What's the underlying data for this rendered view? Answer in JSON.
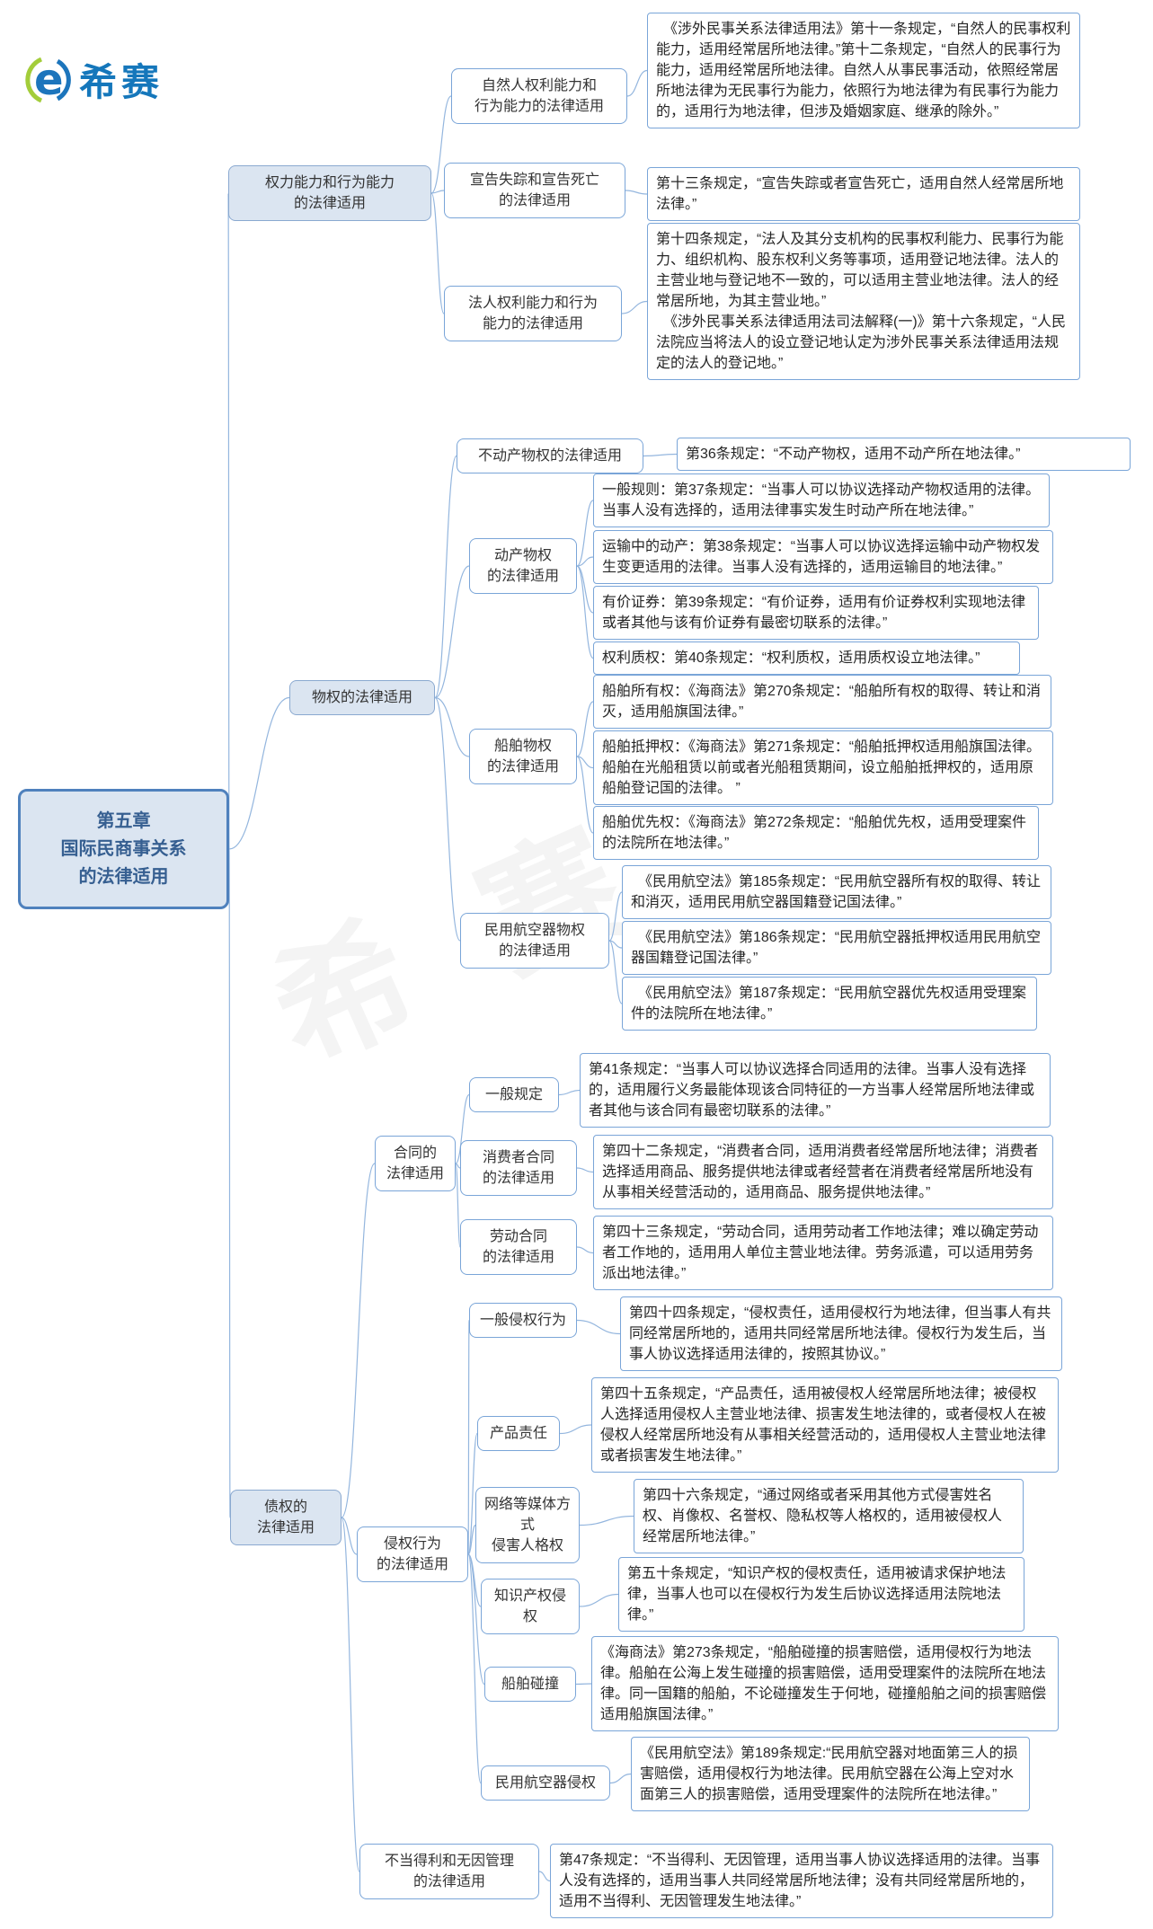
{
  "page": {
    "brand": "希赛",
    "watermark": "希 赛"
  },
  "tree": {
    "root": {
      "label": "第五章\n国际民商事关系\n的法律适用"
    },
    "capacity": {
      "label": "权力能力和行为能力\n的法律适用",
      "natural": {
        "label": "自然人权利能力和\n行为能力的法律适用",
        "detail": "　《涉外民事关系法律适用法》第十一条规定，“自然人的民事权利能力，适用经常居所地法律。”第十二条规定，“自然人的民事行为能力，适用经常居所地法律。自然人从事民事活动，依照经常居所地法律为无民事行为能力，依照行为地法律为有民事行为能力的，适用行为地法律，但涉及婚姻家庭、继承的除外。”"
      },
      "missing": {
        "label": "宣告失踪和宣告死亡\n的法律适用",
        "detail": "第十三条规定，“宣告失踪或者宣告死亡，适用自然人经常居所地法律。”"
      },
      "legal": {
        "label": "法人权利能力和行为\n能力的法律适用",
        "detail": "第十四条规定，“法人及其分支机构的民事权利能力、民事行为能力、组织机构、股东权利义务等事项，适用登记地法律。法人的主营业地与登记地不一致的，可以适用主营业地法律。法人的经常居所地，为其主营业地。”\n　《涉外民事关系法律适用法司法解释(一)》第十六条规定，“人民法院应当将法人的设立登记地认定为涉外民事关系法律适用法规定的法人的登记地。”"
      }
    },
    "property": {
      "label": "物权的法律适用",
      "immovable": {
        "label": "不动产物权的法律适用",
        "detail": "第36条规定：“不动产物权，适用不动产所在地法律。”"
      },
      "movable": {
        "label": "动产物权\n的法律适用",
        "rules": [
          "一般规则：第37条规定：“当事人可以协议选择动产物权适用的法律。当事人没有选择的，适用法律事实发生时动产所在地法律。”",
          "运输中的动产：第38条规定：“当事人可以协议选择运输中动产物权发生变更适用的法律。当事人没有选择的，适用运输目的地法律。”",
          "有价证券：第39条规定：“有价证券，适用有价证券权利实现地法律或者其他与该有价证券有最密切联系的法律。”",
          "权利质权：第40条规定：“权利质权，适用质权设立地法律。”"
        ]
      },
      "ship": {
        "label": "船舶物权\n的法律适用",
        "rules": [
          "船舶所有权：《海商法》第270条规定：“船舶所有权的取得、转让和消灭，适用船旗国法律。”",
          "船舶抵押权：《海商法》第271条规定：“船舶抵押权适用船旗国法律。船舶在光船租赁以前或者光船租赁期间，设立船舶抵押权的，适用原船舶登记国的法律。 ”",
          "船舶优先权：《海商法》第272条规定：“船舶优先权，适用受理案件的法院所在地法律。”"
        ]
      },
      "aircraft": {
        "label": "民用航空器物权\n的法律适用",
        "rules": [
          "　《民用航空法》第185条规定：“民用航空器所有权的取得、转让和消灭，适用民用航空器国籍登记国法律。”",
          "　《民用航空法》第186条规定：“民用航空器抵押权适用民用航空器国籍登记国法律。”",
          "　《民用航空法》第187条规定：“民用航空器优先权适用受理案件的法院所在地法律。”"
        ]
      }
    },
    "debt": {
      "label": "债权的\n法律适用",
      "contract": {
        "label": "合同的\n法律适用",
        "general": {
          "label": "一般规定",
          "detail": "第41条规定：“当事人可以协议选择合同适用的法律。当事人没有选择的，适用履行义务最能体现该合同特征的一方当事人经常居所地法律或者其他与该合同有最密切联系的法律。”"
        },
        "consumer": {
          "label": "消费者合同\n的法律适用",
          "detail": "第四十二条规定，“消费者合同，适用消费者经常居所地法律；消费者选择适用商品、服务提供地法律或者经营者在消费者经常居所地没有从事相关经营活动的，适用商品、服务提供地法律。”"
        },
        "labor": {
          "label": "劳动合同\n的法律适用",
          "detail": "第四十三条规定，“劳动合同，适用劳动者工作地法律；难以确定劳动者工作地的，适用用人单位主营业地法律。劳务派遣，可以适用劳务派出地法律。”"
        }
      },
      "tort": {
        "label": "侵权行为\n的法律适用",
        "general": {
          "label": "一般侵权行为",
          "detail": "第四十四条规定，“侵权责任，适用侵权行为地法律，但当事人有共同经常居所地的，适用共同经常居所地法律。侵权行为发生后，当事人协议选择适用法律的，按照其协议。”"
        },
        "product": {
          "label": "产品责任",
          "detail": "第四十五条规定，“产品责任，适用被侵权人经常居所地法律；被侵权人选择适用侵权人主营业地法律、损害发生地法律的，或者侵权人在被侵权人经常居所地没有从事相关经营活动的，适用侵权人主营业地法律或者损害发生地法律。”"
        },
        "network": {
          "label": "网络等媒体方式\n侵害人格权",
          "detail": "第四十六条规定，“通过网络或者采用其他方式侵害姓名权、肖像权、名誉权、隐私权等人格权的，适用被侵权人经常居所地法律。”"
        },
        "ip": {
          "label": "知识产权侵权",
          "detail": "第五十条规定，“知识产权的侵权责任，适用被请求保护地法律，当事人也可以在侵权行为发生后协议选择适用法院地法律。”"
        },
        "collision": {
          "label": "船舶碰撞",
          "detail": "《海商法》第273条规定，“船舶碰撞的损害赔偿，适用侵权行为地法律。船舶在公海上发生碰撞的损害赔偿，适用受理案件的法院所在地法律。同一国籍的船舶，不论碰撞发生于何地，碰撞船舶之间的损害赔偿适用船旗国法律。”"
        },
        "aircraft": {
          "label": "民用航空器侵权",
          "detail": "《民用航空法》第189条规定:“民用航空器对地面第三人的损害赔偿，适用侵权行为地法律。民用航空器在公海上空对水面第三人的损害赔偿，适用受理案件的法院所在地法律。”"
        }
      }
    },
    "unjust": {
      "label": "不当得利和无因管理\n的法律适用",
      "detail": "第47条规定：“不当得利、无因管理，适用当事人协议选择适用的法律。当事人没有选择的，适用当事人共同经常居所地法律；没有共同经常居所地的，适用不当得利、无因管理发生地法律。”"
    }
  }
}
